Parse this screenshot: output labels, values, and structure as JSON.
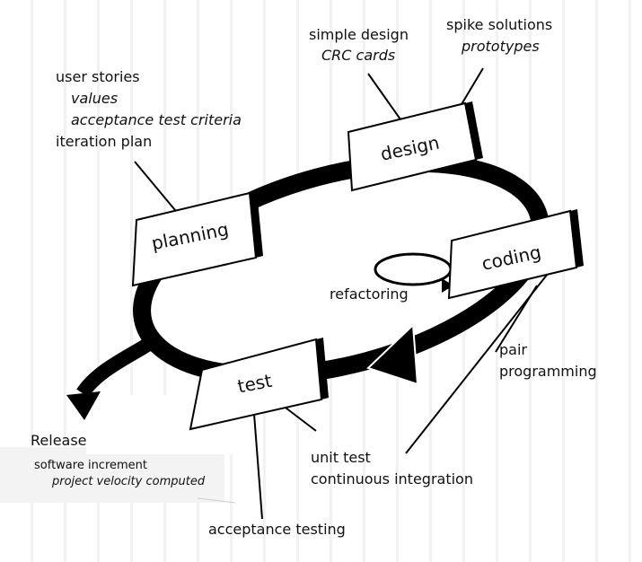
{
  "phases": {
    "planning": "planning",
    "design": "design",
    "coding": "coding",
    "test": "test"
  },
  "annotations": {
    "planning": {
      "line1": "user stories",
      "line2": "values",
      "line3": "acceptance test criteria",
      "line4": "iteration plan"
    },
    "design_left": {
      "line1": "simple design",
      "line2": "CRC cards"
    },
    "design_right": {
      "line1": "spike solutions",
      "line2": "prototypes"
    },
    "refactoring": "refactoring",
    "pair_programming": {
      "line1": "pair",
      "line2": "programming"
    },
    "unit_test": {
      "line1": "unit test",
      "line2": "continuous integration"
    },
    "acceptance_testing": "acceptance testing",
    "release": {
      "title": "Release",
      "line1": "software increment",
      "line2": "project velocity computed"
    }
  }
}
